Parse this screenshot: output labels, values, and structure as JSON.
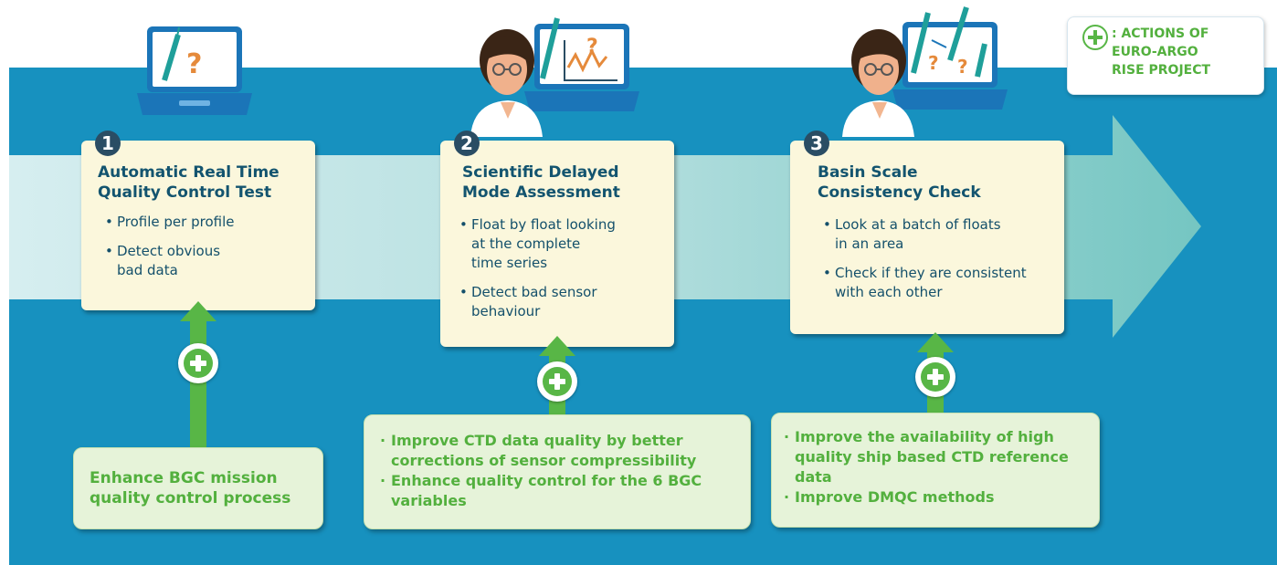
{
  "legend": {
    "text": ": ACTIONS OF\nEURO-ARGO\nRISE PROJECT",
    "icon": "plus-icon"
  },
  "colors": {
    "background_blue": "#1791bf",
    "arrow": "#b9e0e0",
    "card": "#fbf7dc",
    "title": "#13546f",
    "green": "#58b646",
    "action_bg": "#e6f3d9"
  },
  "steps": [
    {
      "number": "1",
      "title_line1": "Automatic Real Time",
      "title_line2": "Quality Control Test",
      "bullets": [
        "Profile per profile",
        "Detect obvious\nbad data"
      ],
      "icon": "laptop-float-question-icon",
      "action": {
        "text": "Enhance BGC mission quality control process"
      }
    },
    {
      "number": "2",
      "title_line1": "Scientific Delayed",
      "title_line2": "Mode Assessment",
      "bullets": [
        "Float by float looking\nat the complete\ntime series",
        "Detect bad sensor\nbehaviour"
      ],
      "icon": "scientist-laptop-timeseries-icon",
      "action": {
        "items": [
          "Improve CTD data quality by better corrections of sensor compressibility",
          "Enhance quality control for the 6 BGC variables"
        ]
      }
    },
    {
      "number": "3",
      "title_line1": "Basin Scale",
      "title_line2": "Consistency Check",
      "bullets": [
        "Look at a batch of floats\nin an area",
        "Check if they are consistent\nwith each other"
      ],
      "icon": "scientist-laptop-multiple-floats-icon",
      "action": {
        "items": [
          "Improve the availability of high quality ship based CTD reference data",
          "Improve DMQC methods"
        ]
      }
    }
  ]
}
